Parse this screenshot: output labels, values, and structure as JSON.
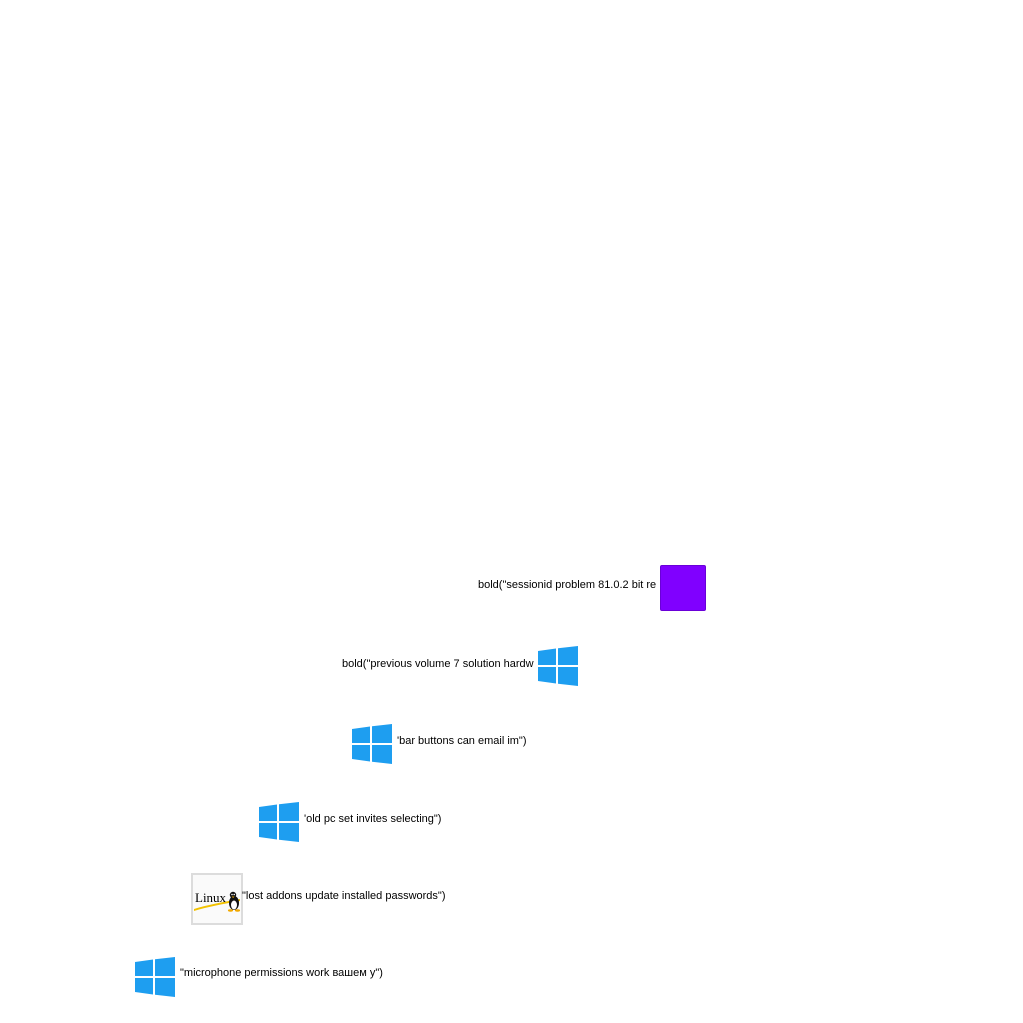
{
  "items": [
    {
      "label": "bold(\"sessionid problem 81.0.2 bit re",
      "icon": "purple-square-icon",
      "color": "#8000ff"
    },
    {
      "label": "bold(\"previous volume 7 solution hardw",
      "icon": "windows-icon",
      "color": "#1e9ef0"
    },
    {
      "label": "'bar buttons can email im\")",
      "icon": "windows-icon",
      "color": "#1e9ef0"
    },
    {
      "label": "'old pc set invites selecting\")",
      "icon": "windows-icon",
      "color": "#1e9ef0"
    },
    {
      "label": "\"lost addons update installed passwords\")",
      "icon": "linux-icon",
      "logo_text": "Linux"
    },
    {
      "label": "\"microphone permissions work вашем у\")",
      "icon": "windows-icon",
      "color": "#1e9ef0"
    }
  ]
}
